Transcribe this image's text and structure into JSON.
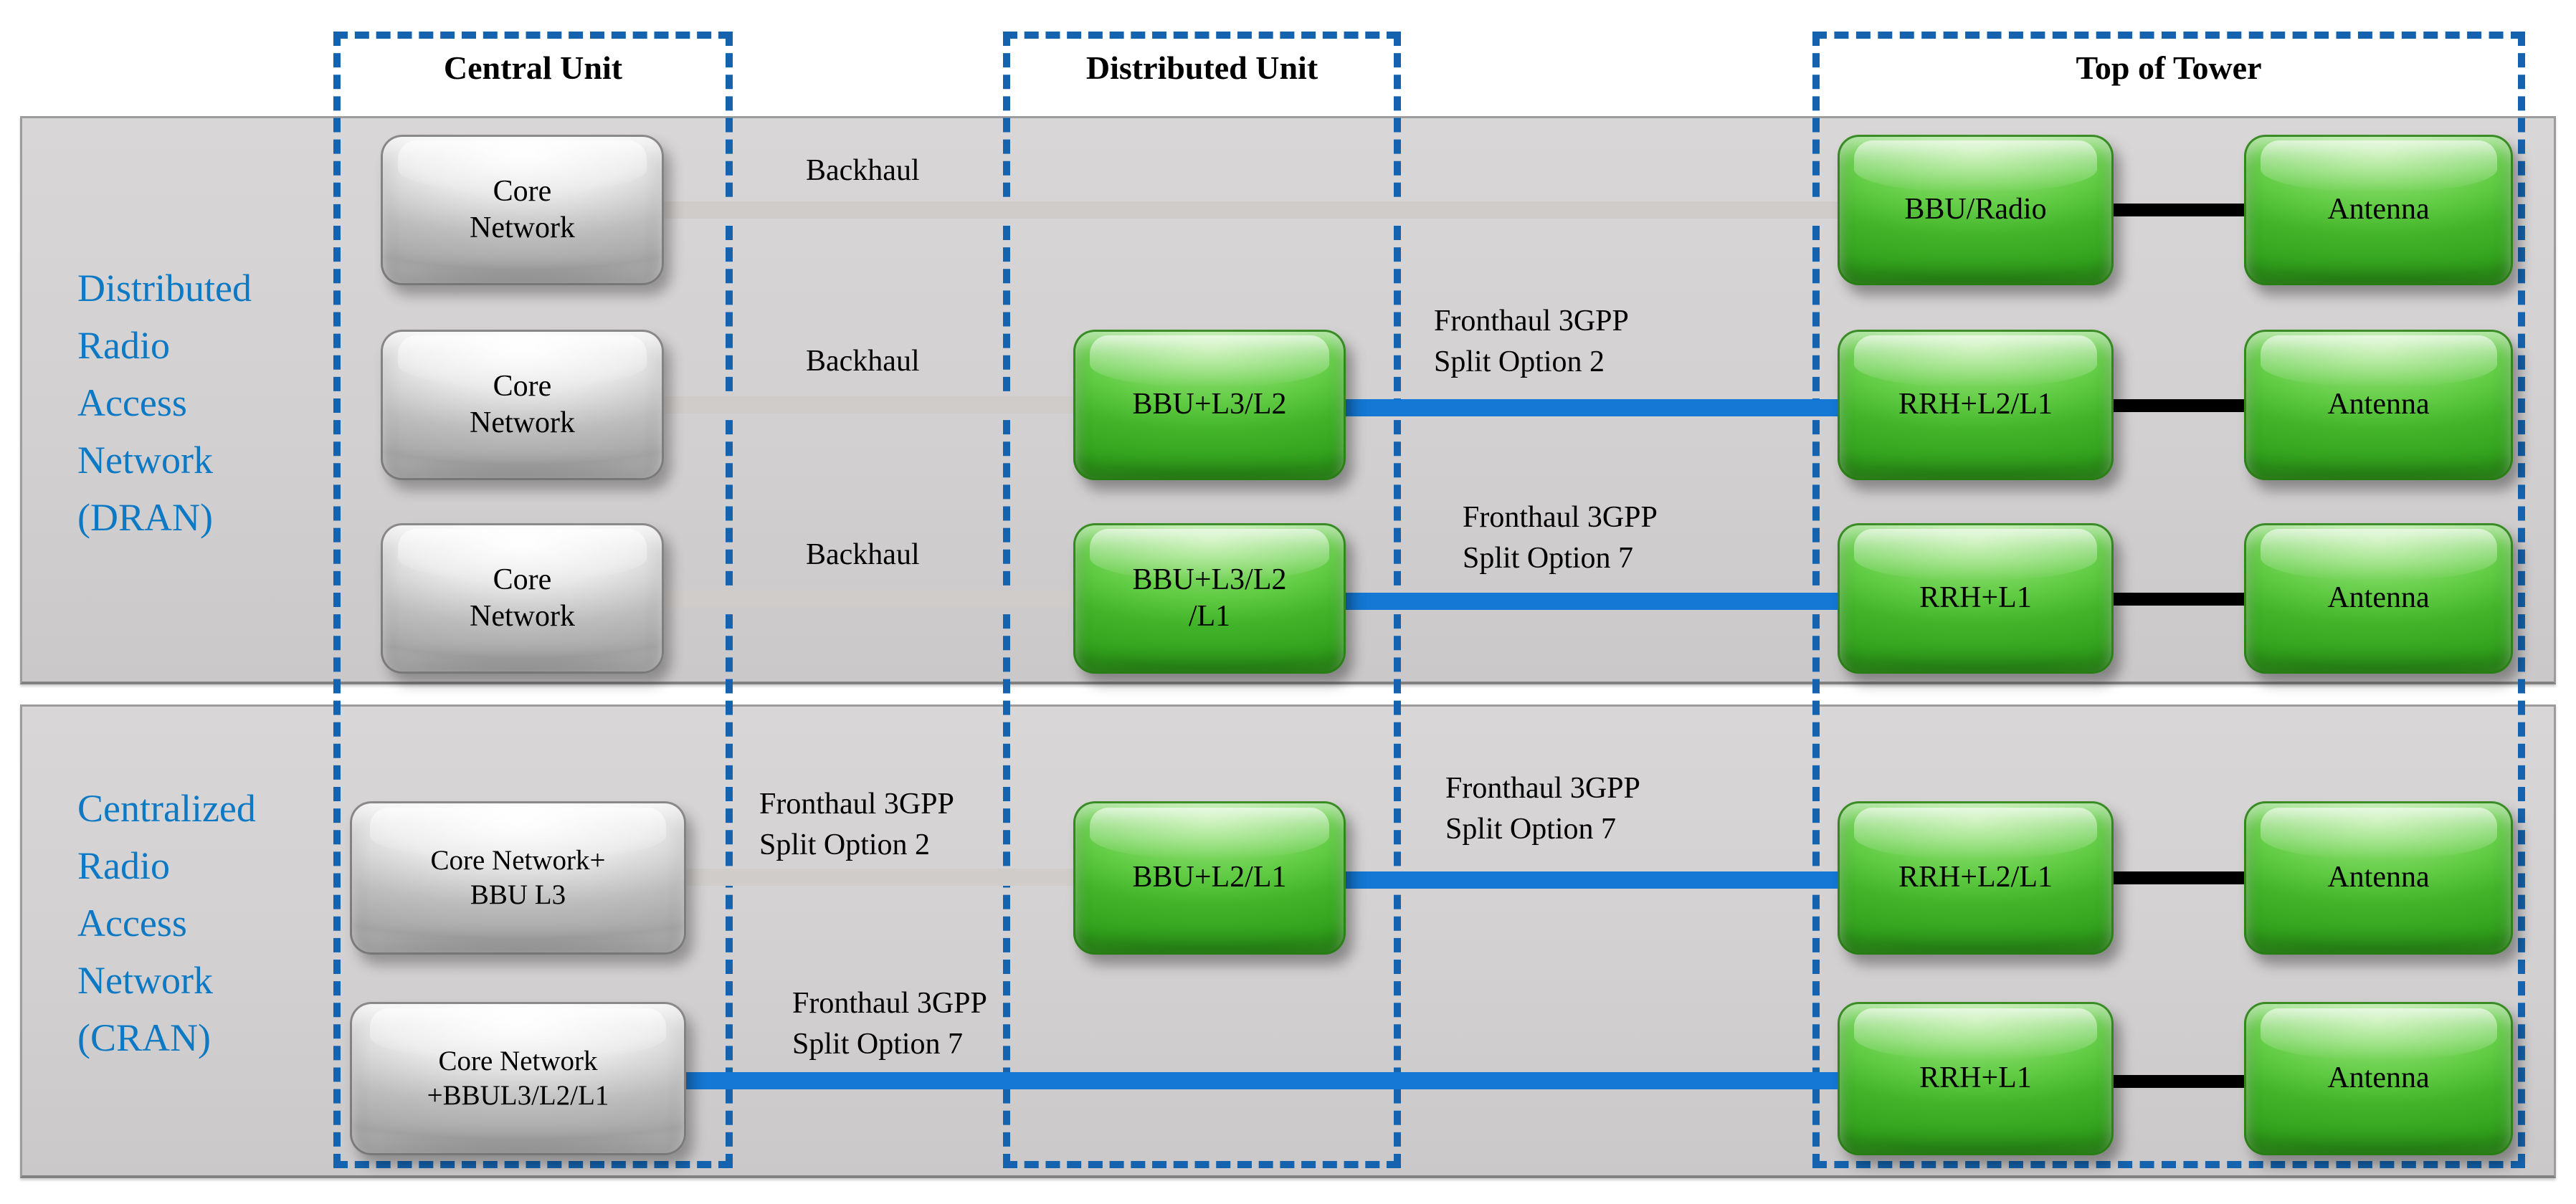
{
  "colors": {
    "band_background": "#d2d0d0",
    "band_border": "#9c9c9c",
    "dashed_region_blue": "#1563ae",
    "fronthaul_line_blue": "#1478d4",
    "backhaul_line_gray": "#cfccc9",
    "tower_link_black": "#000000",
    "side_label_blue": "#0d79c4",
    "green_box": "#42b42a",
    "silver_box": "#bdbdbd"
  },
  "headers": {
    "central_unit": "Central Unit",
    "distributed_unit": "Distributed Unit",
    "top_of_tower": "Top of Tower"
  },
  "side_labels": {
    "dran": [
      "Distributed",
      "Radio",
      "Access",
      "Network",
      "(DRAN)"
    ],
    "cran": [
      "Centralized",
      "Radio",
      "Access",
      "Network",
      "(CRAN)"
    ]
  },
  "dran": {
    "row1": {
      "core": [
        "Core",
        "Network"
      ],
      "backhaul": "Backhaul",
      "tower_unit": "BBU/Radio",
      "antenna": "Antenna"
    },
    "row2": {
      "core": [
        "Core",
        "Network"
      ],
      "backhaul": "Backhaul",
      "du_unit": "BBU+L3/L2",
      "fronthaul": [
        "Fronthaul 3GPP",
        "Split Option 2"
      ],
      "tower_unit": "RRH+L2/L1",
      "antenna": "Antenna"
    },
    "row3": {
      "core": [
        "Core",
        "Network"
      ],
      "backhaul": "Backhaul",
      "du_unit": [
        "BBU+L3/L2",
        "/L1"
      ],
      "fronthaul": [
        "Fronthaul 3GPP",
        "Split Option 7"
      ],
      "tower_unit": "RRH+L1",
      "antenna": "Antenna"
    }
  },
  "cran": {
    "row1": {
      "core": [
        "Core Network+",
        "BBU L3"
      ],
      "fronthaul_left": [
        "Fronthaul 3GPP",
        "Split Option 2"
      ],
      "du_unit": "BBU+L2/L1",
      "fronthaul_right": [
        "Fronthaul 3GPP",
        "Split Option 7"
      ],
      "tower_unit": "RRH+L2/L1",
      "antenna": "Antenna"
    },
    "row2": {
      "core": [
        "Core Network",
        "+BBUL3/L2/L1"
      ],
      "fronthaul": [
        "Fronthaul 3GPP",
        "Split Option 7"
      ],
      "tower_unit": "RRH+L1",
      "antenna": "Antenna"
    }
  }
}
